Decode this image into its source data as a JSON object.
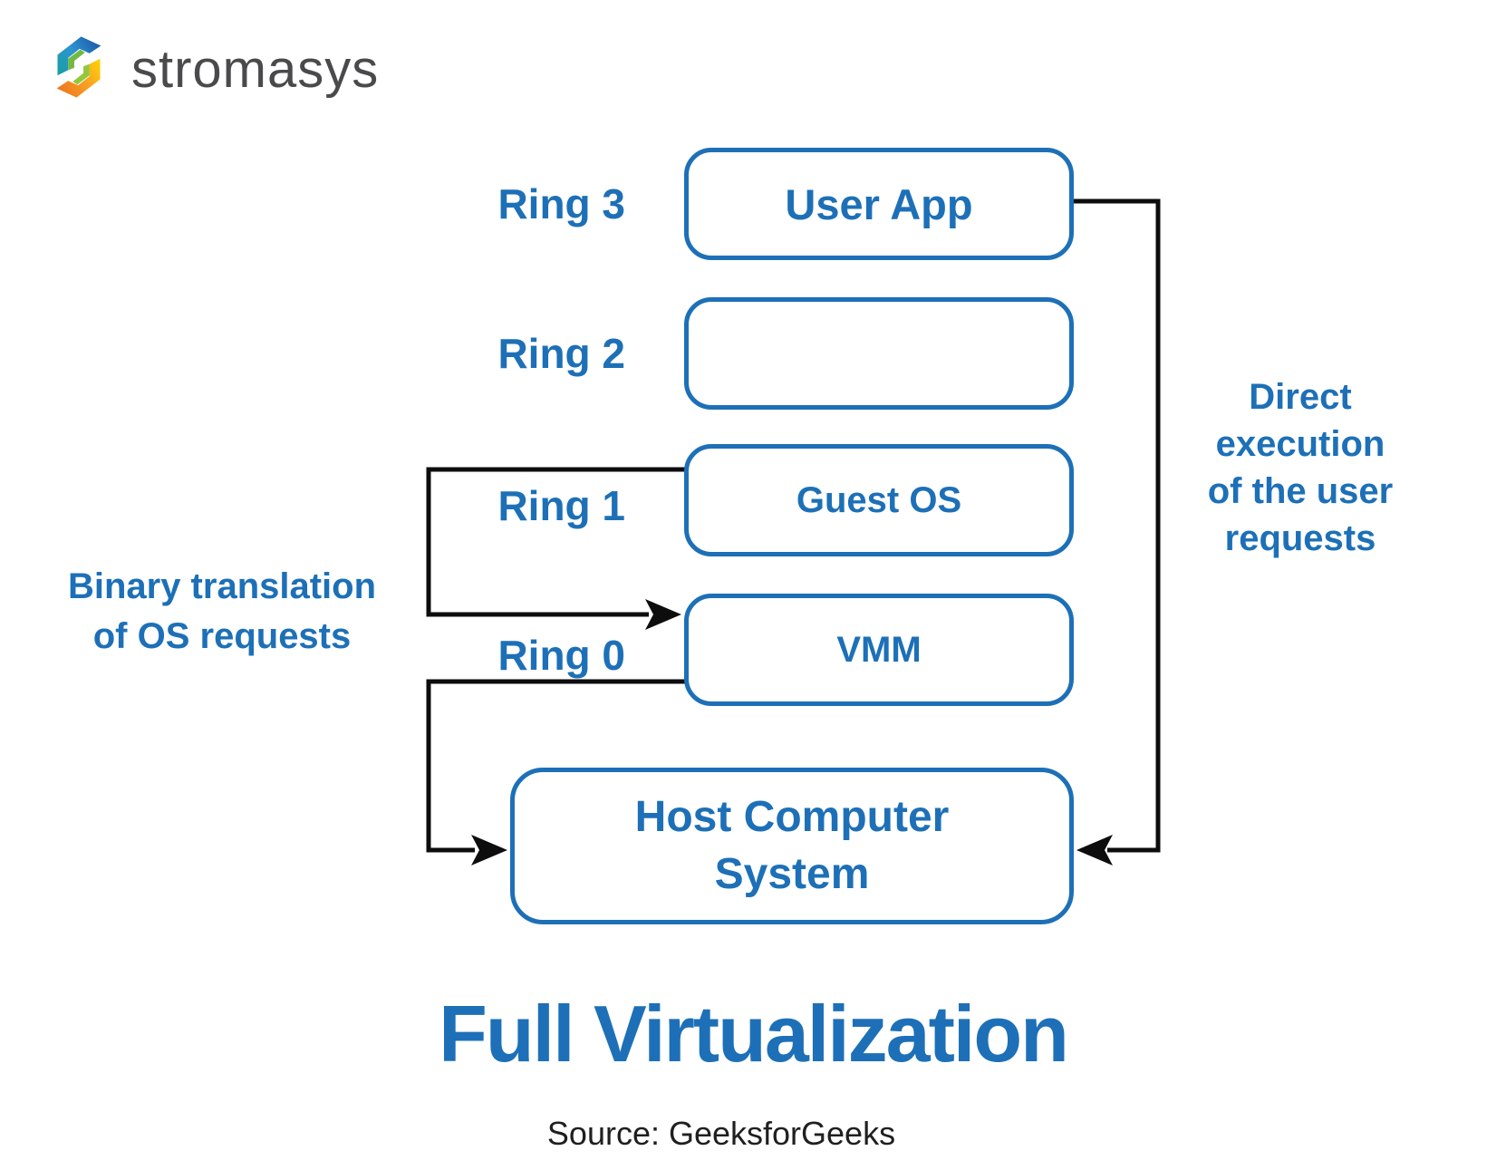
{
  "brand": {
    "wordmark": "stromasys"
  },
  "diagram": {
    "rings": [
      {
        "label": "Ring 3",
        "box_text": "User App"
      },
      {
        "label": "Ring 2",
        "box_text": ""
      },
      {
        "label": "Ring 1",
        "box_text": "Guest OS"
      },
      {
        "label": "Ring 0",
        "box_text": "VMM"
      }
    ],
    "host_box": {
      "lines": [
        "Host Computer",
        "System"
      ]
    },
    "annotations": {
      "binary_translation": {
        "lines": [
          "Binary translation",
          "of OS requests"
        ]
      },
      "direct_execution": {
        "lines": [
          "Direct",
          "execution",
          "of the user",
          "requests"
        ]
      }
    }
  },
  "title": "Full Virtualization",
  "source": "Source: GeeksforGeeks",
  "colors": {
    "accent_blue": "#1d70b7",
    "arrow_black": "#0d0d0d",
    "logo_text_gray": "#4a4a4c"
  }
}
